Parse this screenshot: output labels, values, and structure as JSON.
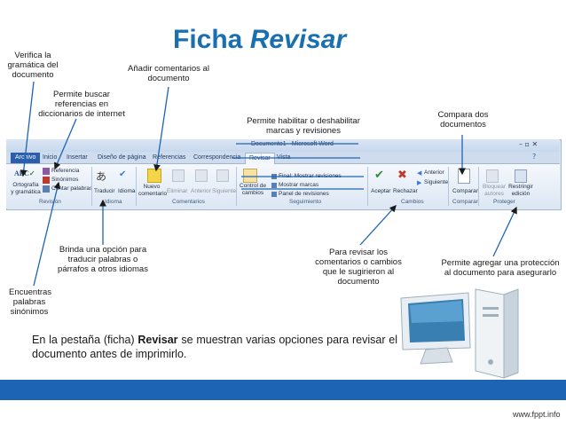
{
  "slide": {
    "title_prefix": "Ficha ",
    "title_emph": "Revisar",
    "body_lead": "En la pestaña (ficha) ",
    "body_bold": "Revisar",
    "body_rest": " se muestran varias opciones para revisar el documento antes de imprimirlo.",
    "footer_url": "www.fppt.info"
  },
  "callouts": {
    "verifica": "Verifica la gramática del documento",
    "anadir": "Añadir comentarios al documento",
    "buscar": "Permite buscar referencias en diccionarios de internet",
    "habilitar": "Permite habilitar o deshabilitar marcas y revisiones",
    "compara": "Compara dos documentos",
    "traducir": "Brinda una opción para traducir palabras o párrafos a otros idiomas",
    "revisar_com": "Para revisar los comentarios o cambios que le sugirieron al documento",
    "proteccion": "Permite agregar una protección al documento para asegurarlo",
    "sinonimos": "Encuentras palabras sinónimos"
  },
  "window": {
    "title": "Documento1 - Microsoft Word"
  },
  "tabs": [
    "Archivo",
    "Inicio",
    "Insertar",
    "Diseño de página",
    "Referencias",
    "Correspondencia",
    "Revisar",
    "Vista"
  ],
  "ribbon": {
    "ortografia": "Ortografía y gramática",
    "referencia": "Referencia",
    "sinonimos": "Sinónimos",
    "contar": "Contar palabras",
    "revision_group": "Revisión",
    "traducir": "Traducir",
    "idioma": "Idioma",
    "idioma_group": "Idioma",
    "nuevo_comentario": "Nuevo comentario",
    "eliminar": "Eliminar",
    "anterior": "Anterior",
    "siguiente": "Siguiente",
    "comentarios_group": "Comentarios",
    "control_cambios": "Control de cambios",
    "final_mostrar": "Final: Mostrar revisiones",
    "mostrar_marcas": "Mostrar marcas",
    "panel_revisiones": "Panel de revisiones",
    "seguimiento_group": "Seguimiento",
    "aceptar": "Aceptar",
    "rechazar": "Rechazar",
    "anterior2": "Anterior",
    "siguiente2": "Siguiente",
    "cambios_group": "Cambios",
    "comparar": "Comparar",
    "comparar_group": "Comparar",
    "bloquear": "Bloquear autores",
    "restringir": "Restringir edición",
    "proteger_group": "Proteger"
  }
}
